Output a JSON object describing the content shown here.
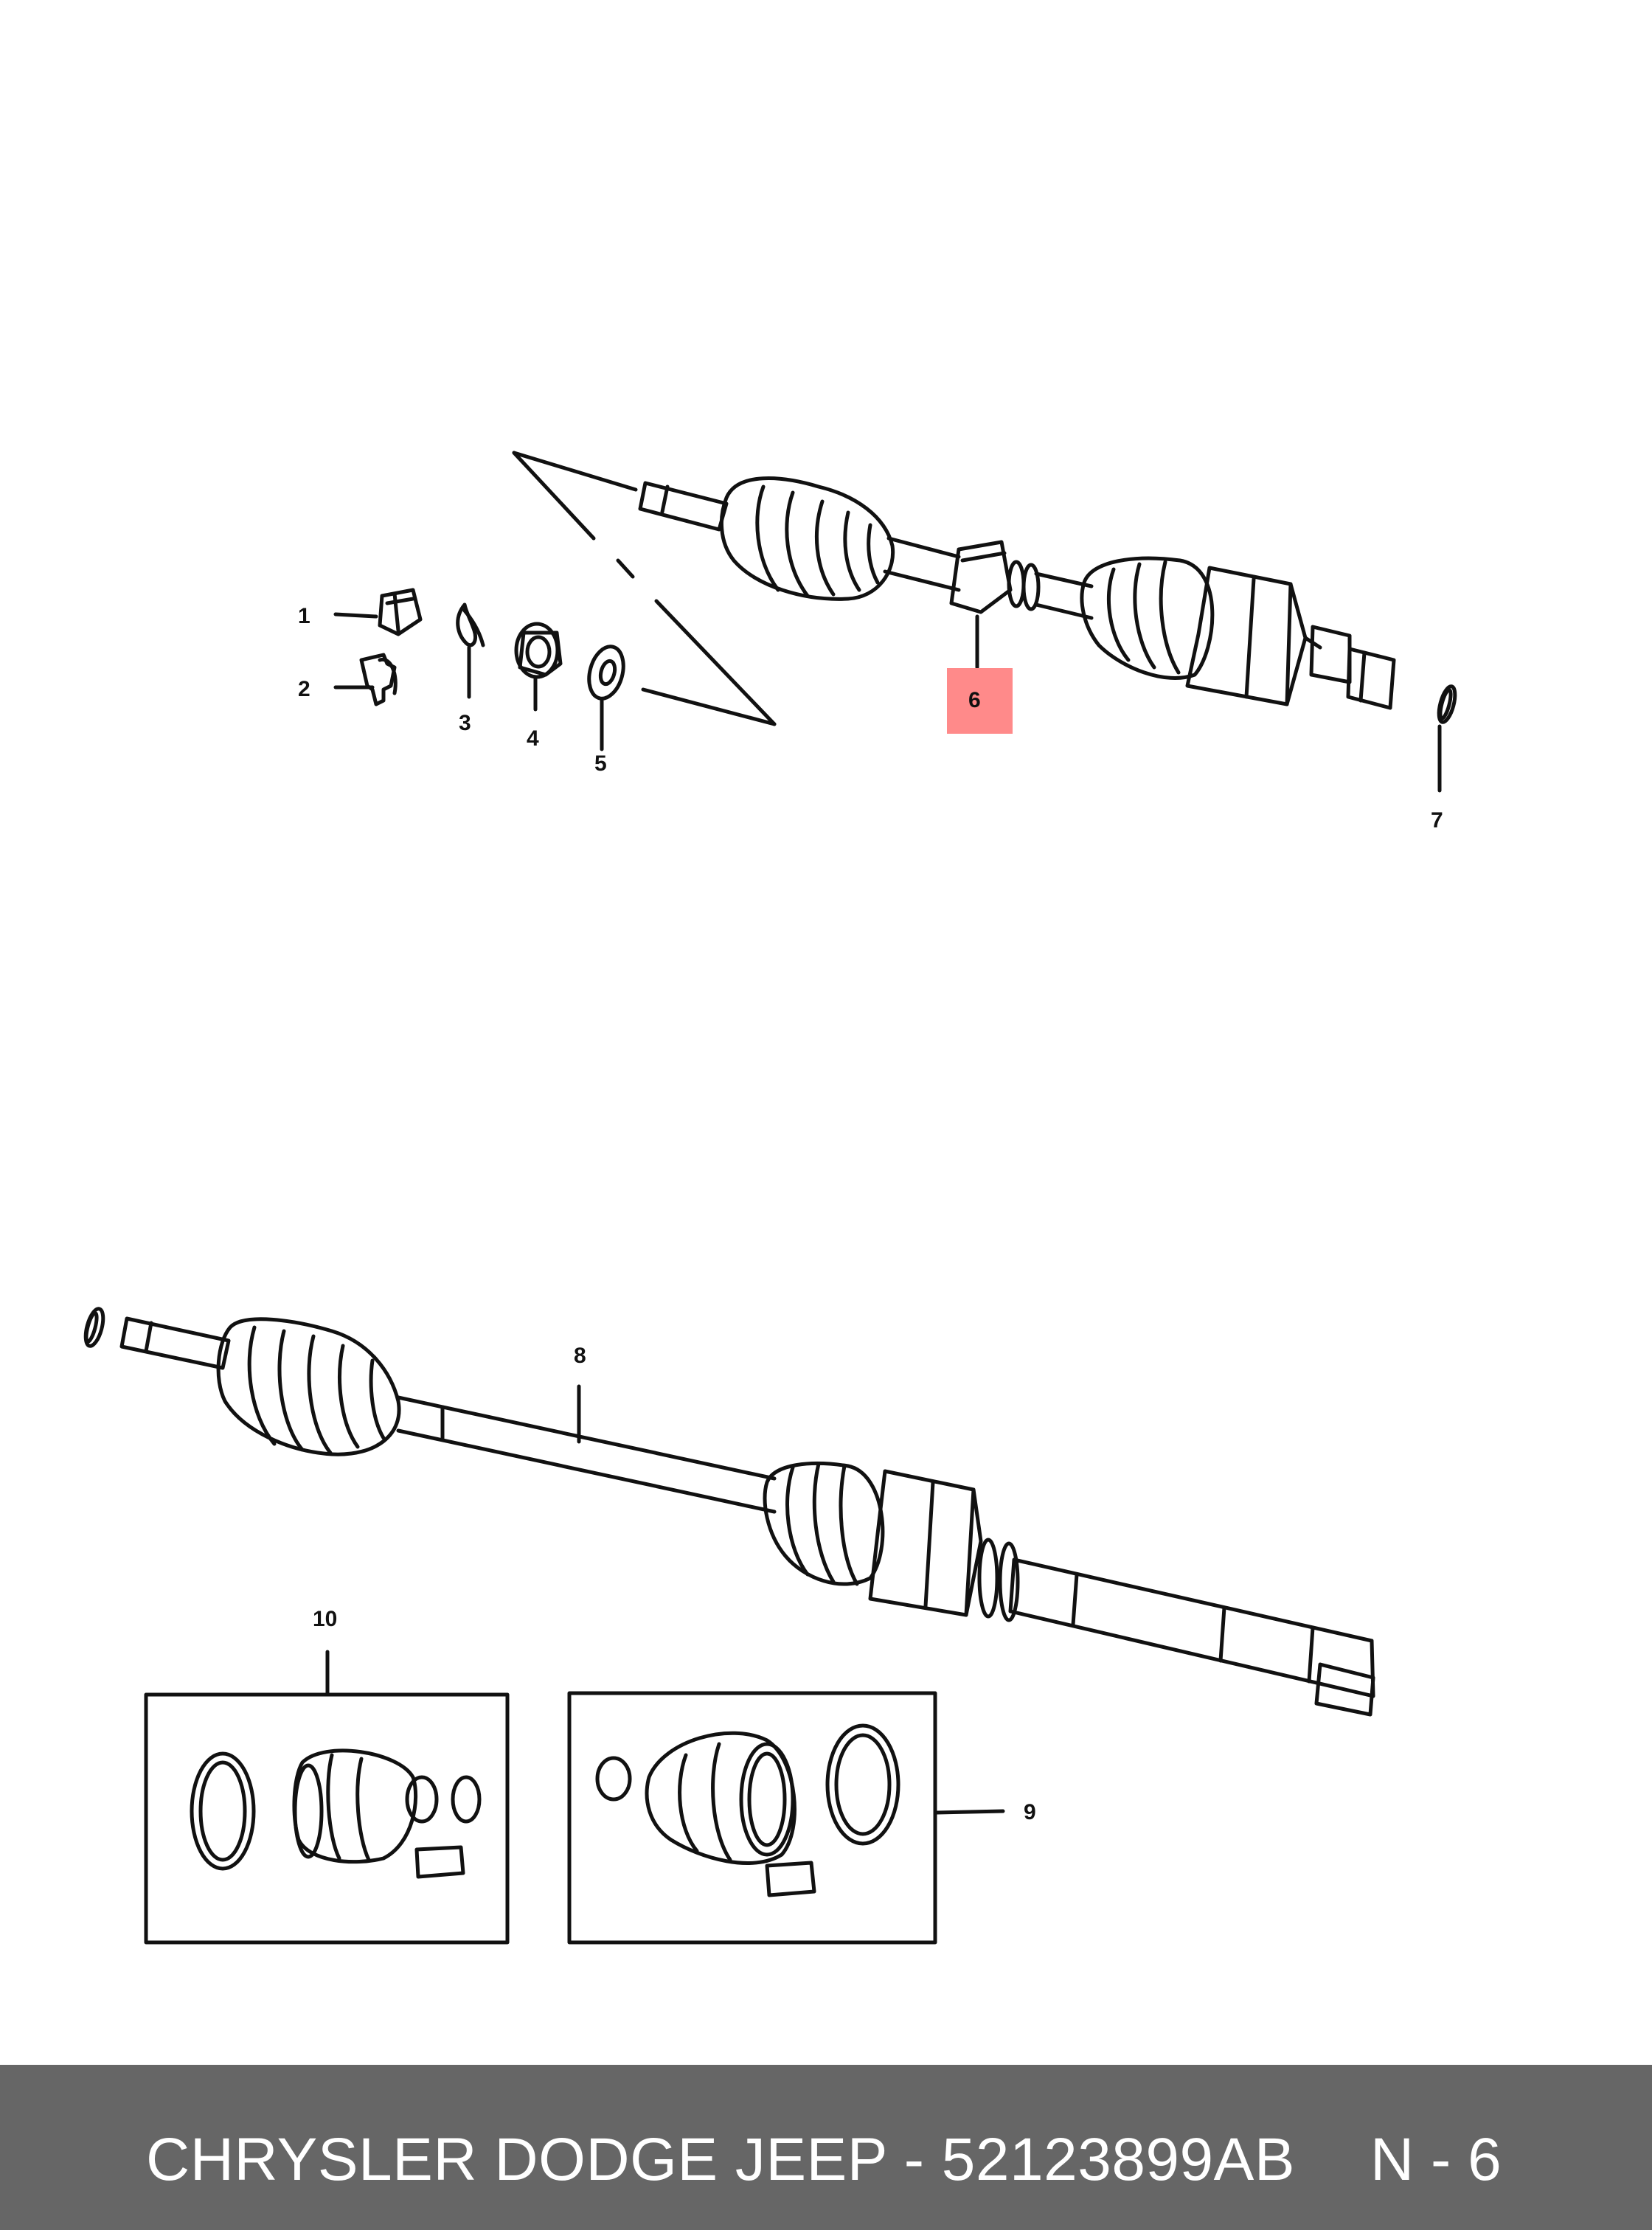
{
  "callouts": {
    "c1": "1",
    "c2": "2",
    "c3": "3",
    "c4": "4",
    "c5": "5",
    "c6": "6",
    "c7": "7",
    "c8": "8",
    "c9": "9",
    "c10": "10"
  },
  "highlight_color": "#ff8a8a",
  "footer": {
    "part_text": "CHRYSLER DODGE JEEP - 52123899AB",
    "code": "N - 6",
    "background": "#666666"
  }
}
